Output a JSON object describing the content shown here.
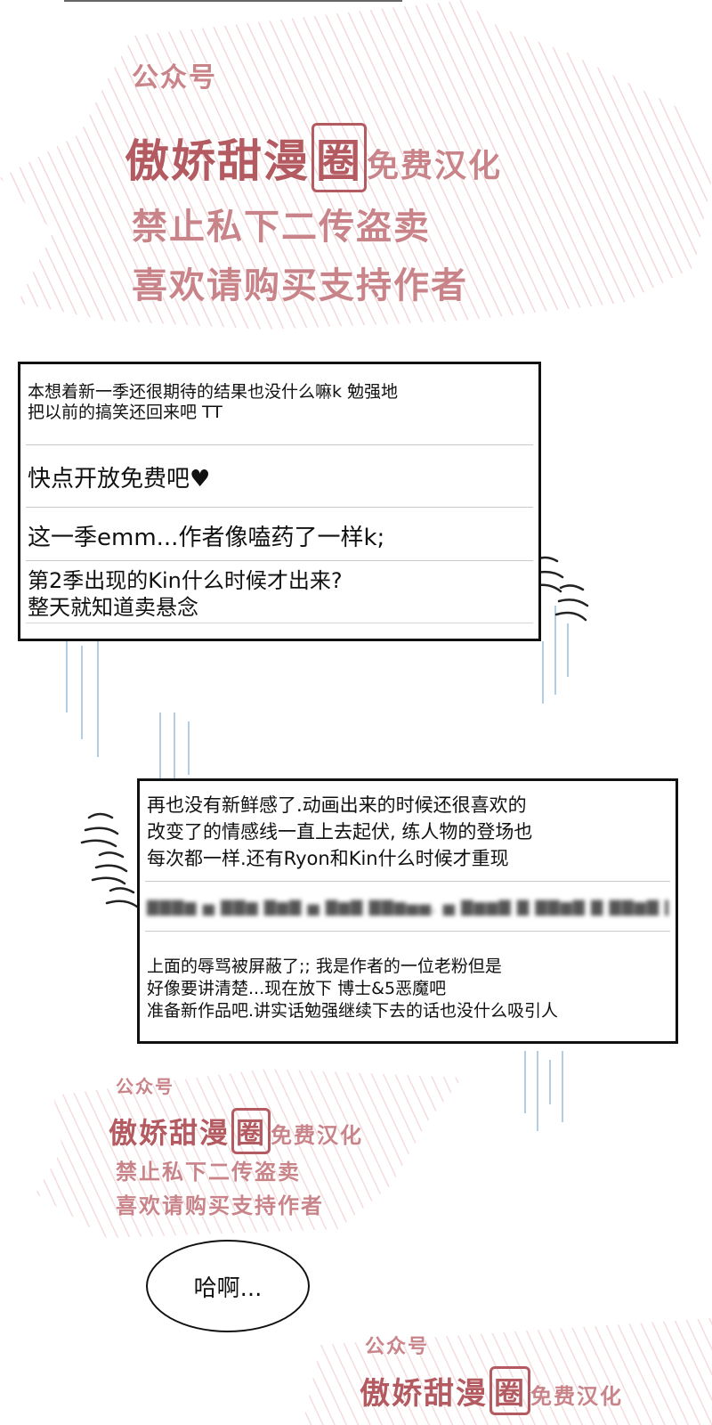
{
  "colors": {
    "watermark": "#c9848a",
    "watermark_strong": "#b45a61",
    "panel_border": "#111111",
    "speed_lines": "#9ec3de"
  },
  "watermark_top": {
    "line1": "公众号",
    "line2_a": "傲娇甜漫",
    "line2_box": "圈",
    "line2_b": "免费汉化",
    "line3": "禁止私下二传盗卖",
    "line4": "喜欢请购买支持作者"
  },
  "watermark_mid": {
    "line1": "公众号",
    "line2_a": "傲娇甜漫",
    "line2_box": "圈",
    "line2_b": "免费汉化",
    "line3": "禁止私下二传盗卖",
    "line4": "喜欢请购买支持作者"
  },
  "watermark_bottom": {
    "line1": "公众号",
    "line2_a": "傲娇甜漫",
    "line2_box": "圈",
    "line2_b": "免费汉化"
  },
  "panel1": {
    "comment1_line1": "本想着新一季还很期待的结果也没什么嘛k 勉强地",
    "comment1_line2": "把以前的搞笑还回来吧 TT",
    "comment2": "快点开放免费吧♥",
    "comment3": "这一季emm...作者像嗑药了一样k;",
    "comment4_line1": "第2季出现的Kin什么时候才出来?",
    "comment4_line2": "整天就知道卖悬念"
  },
  "panel2": {
    "comment1_line1": "再也没有新鲜感了.动画出来的时候还很喜欢的",
    "comment1_line2": "改变了的情感线一直上去起伏, 练人物的登场也",
    "comment1_line3": "每次都一样.还有Ryon和Kin什么时候才重现",
    "comment3_line1": "上面的辱骂被屏蔽了;; 我是作者的一位老粉但是",
    "comment3_line2": "好像要讲清楚...现在放下 博士&5恶魔吧",
    "comment3_line3": "准备新作品吧.讲实话勉强继续下去的话也没什么吸引人"
  },
  "speech_bubble": {
    "text": "哈啊..."
  }
}
